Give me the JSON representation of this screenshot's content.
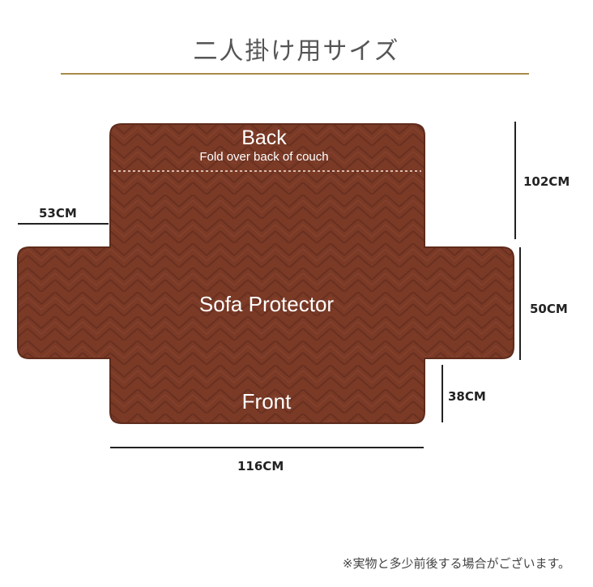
{
  "header": {
    "title": "二人掛け用サイズ"
  },
  "diagram": {
    "colors": {
      "fabric": "#7a3a26",
      "fabric_dark": "#5e2b1b",
      "stitch": "#d9b9a9",
      "text": "#ffffff",
      "accent_rule": "#a88b4a"
    },
    "back_label": "Back",
    "back_sublabel": "Fold over back of couch",
    "center_label": "Sofa Protector",
    "front_label": "Front"
  },
  "dimensions": {
    "arm_width": "53CM",
    "back_depth": "102CM",
    "arm_height": "50CM",
    "front_depth": "38CM",
    "total_width": "116CM"
  },
  "footer": {
    "note": "※実物と多少前後する場合がございます。"
  }
}
